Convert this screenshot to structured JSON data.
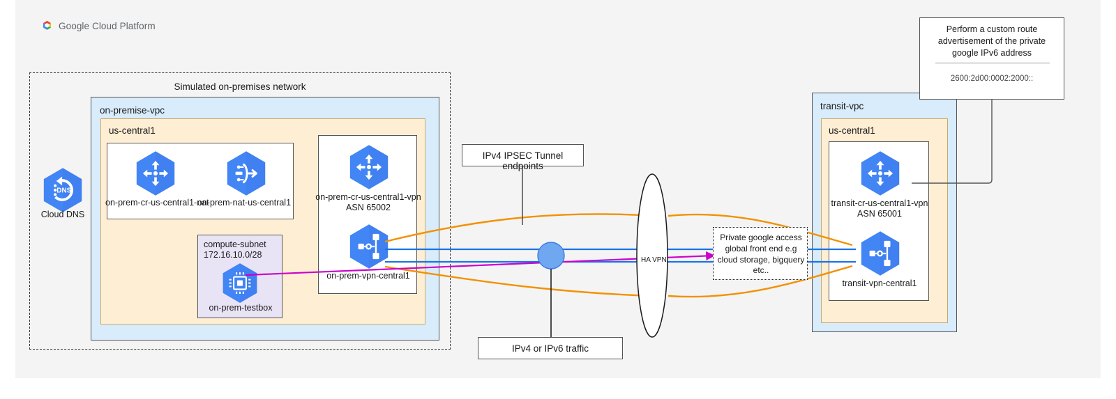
{
  "brand": {
    "name": "Google Cloud Platform",
    "logo_icon": "google-cloud-logo"
  },
  "onprem": {
    "outer_title": "Simulated on-premises network",
    "vpc_title": "on-premise-vpc",
    "region_title": "us-central1",
    "cloud_dns": {
      "label": "Cloud DNS",
      "icon": "cloud-dns-icon"
    },
    "routers": [
      {
        "label": "on-prem-cr-us-central1-nat",
        "icon": "cloud-router-icon"
      },
      {
        "label": "on-prem-nat-us-central1",
        "icon": "cloud-nat-icon"
      }
    ],
    "vpn_stack": {
      "router_label": "on-prem-cr-us-central1-vpn",
      "router_asn": "ASN 65002",
      "router_icon": "cloud-router-icon",
      "gateway_label": "on-prem-vpn-central1",
      "gateway_icon": "vpn-gateway-icon"
    },
    "subnet": {
      "name": "compute-subnet",
      "cidr": "172.16.10.0/28",
      "vm_label": "on-prem-testbox",
      "vm_icon": "compute-instance-icon"
    }
  },
  "transit": {
    "vpc_title": "transit-vpc",
    "region_title": "us-central1",
    "router_label": "transit-cr-us-central1-vpn",
    "router_asn": "ASN 65001",
    "router_icon": "cloud-router-icon",
    "gateway_label": "transit-vpn-central1",
    "gateway_icon": "vpn-gateway-icon"
  },
  "callouts": {
    "ipsec": "IPv4 IPSEC Tunnel endpoints",
    "traffic": "IPv4 or IPv6 traffic",
    "private_access": "Private google access global front end e.g cloud storage, bigquery etc..",
    "ha_vpn": "HA VPN"
  },
  "note": {
    "text": "Perform a custom route advertisement of the private google IPv6 address",
    "ipv6": "2600:2d00:0002:2000::"
  },
  "colors": {
    "gcp_blue": "#4285f4",
    "tunnel_orange": "#f29100",
    "traffic_blue": "#1a73e8",
    "route_magenta": "#cc00cc",
    "vpc_fill": "#d9ecfb",
    "region_fill": "#fdeed4",
    "subnet_fill": "#e9e4f5"
  }
}
